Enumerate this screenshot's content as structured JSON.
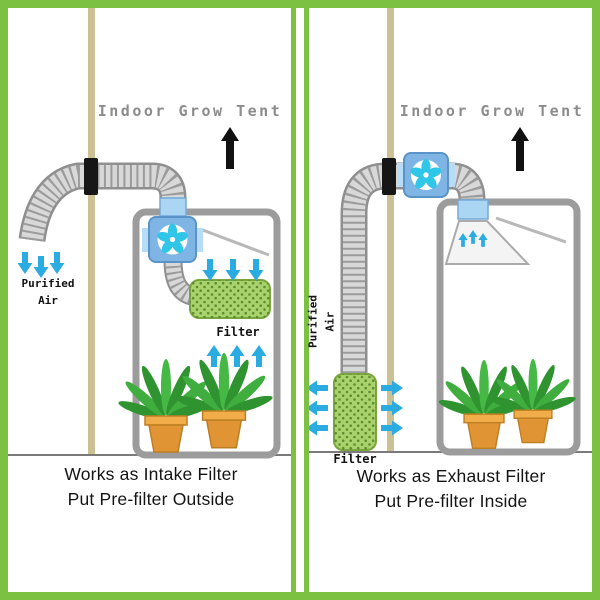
{
  "panels": {
    "left": {
      "title": "Indoor Grow Tent",
      "purified_air_label": "Purified\nAir",
      "filter_label": "Filter",
      "caption_line1": "Works as Intake Filter",
      "caption_line2": "Put Pre-filter Outside"
    },
    "right": {
      "title": "Indoor Grow Tent",
      "purified_air_label": "Purified\nAir",
      "filter_label": "Filter",
      "caption_line1": "Works as Exhaust Filter",
      "caption_line2": "Put Pre-filter Inside"
    }
  },
  "colors": {
    "frame_green": "#7cc142",
    "pole_tan": "#cbc193",
    "tent_outline_gray": "#9c9c9c",
    "duct_light_gray": "#d8d8d8",
    "duct_edge_gray": "#8f8f8f",
    "clamp_black": "#161616",
    "fan_body_blue": "#7fb5e5",
    "fan_blade_cyan": "#2fc6e8",
    "connector_light_blue": "#abd6f3",
    "filter_green": "#a8d36c",
    "filter_dot_green": "#567f26",
    "airflow_arrow_blue": "#2aabe2",
    "plant_green": "#3fae3e",
    "pot_orange": "#e09433",
    "title_gray": "#8c8c8c",
    "text_black": "#141414"
  },
  "icons": {
    "fan": "fan-icon",
    "airflow_arrow": "airflow-arrow-icon",
    "direction_arrow": "up-arrow-icon",
    "potted_plant": "potted-plant-icon",
    "carbon_filter": "carbon-filter",
    "flexible_duct": "flexible-duct",
    "grow_light_hood": "grow-light-hood",
    "tent_pole": "tent-pole",
    "duct_clamp": "duct-clamp"
  }
}
